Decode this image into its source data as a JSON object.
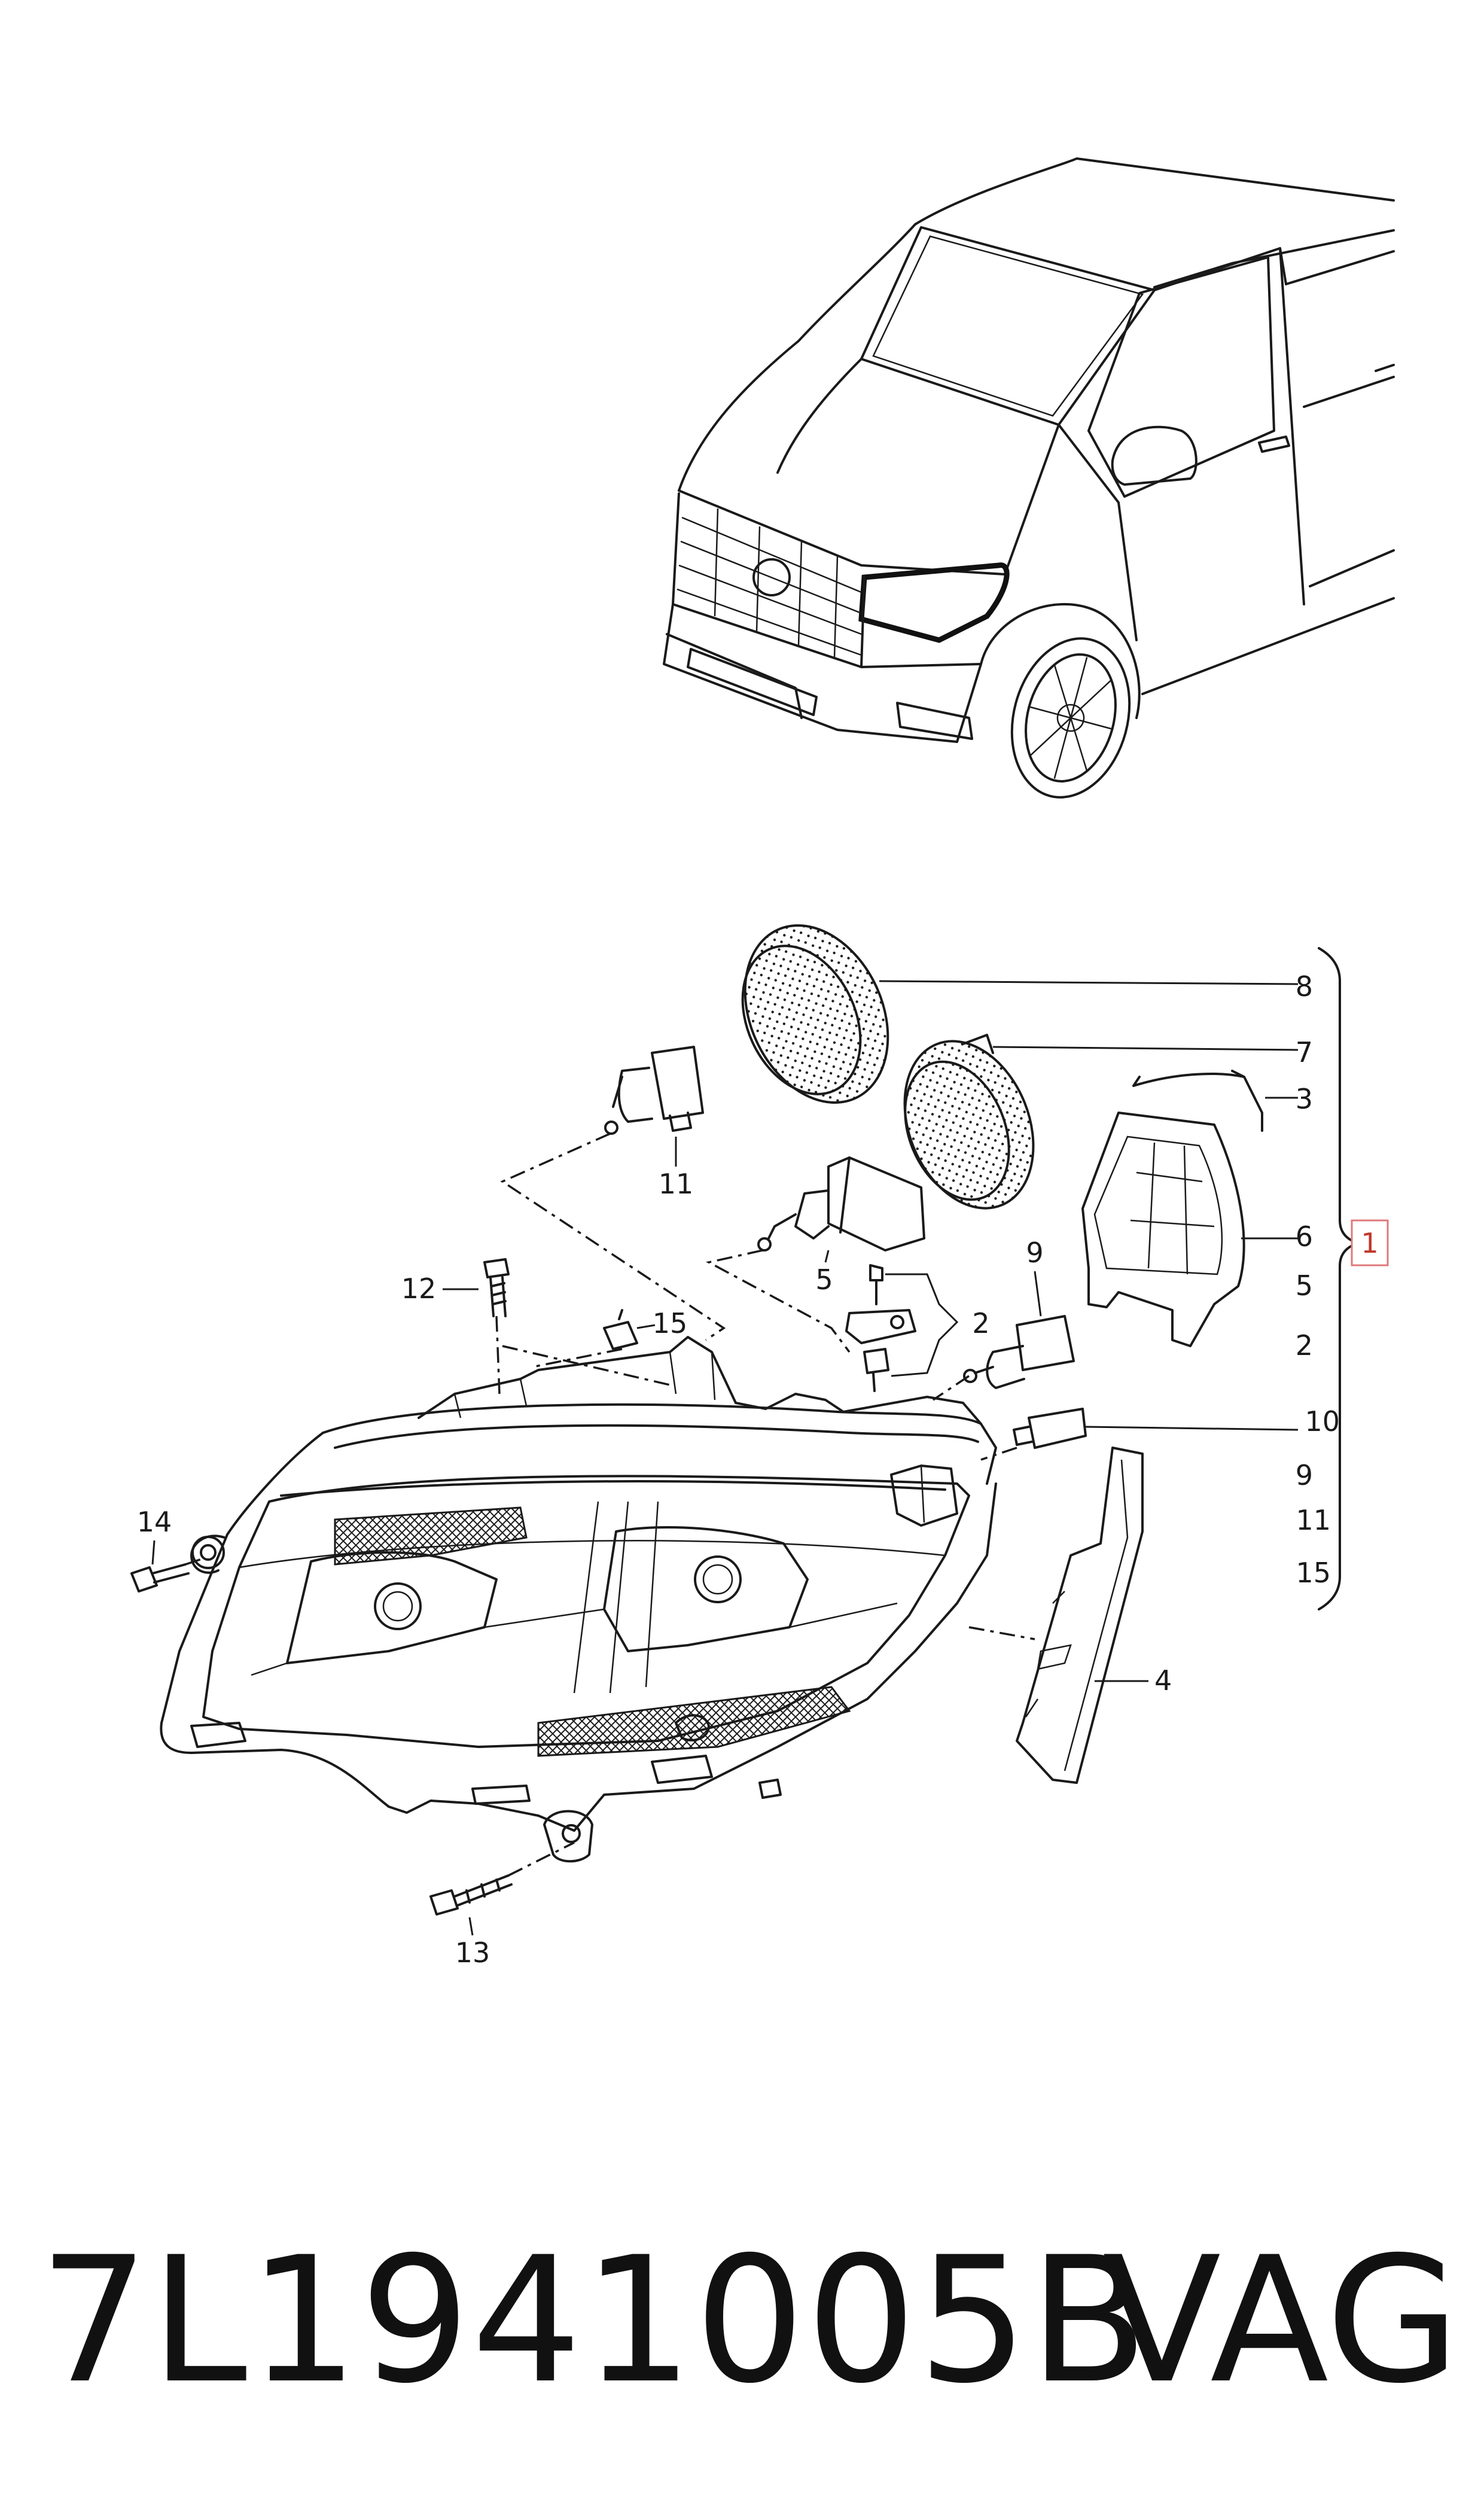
{
  "diagram": {
    "assembly_callout": "1",
    "callouts": {
      "c1": "2",
      "c2": "3",
      "c3": "4",
      "c4": "5",
      "c5": "6",
      "c6": "7",
      "c7": "8",
      "c8": "9",
      "c9": "10",
      "c10": "11",
      "c11": "12",
      "c12": "13",
      "c13": "14",
      "c14": "15"
    },
    "bracket_list": [
      "8",
      "7",
      "3",
      "6",
      "5",
      "2",
      "10",
      "9",
      "11",
      "15"
    ],
    "part_callouts": {
      "p11": "11",
      "p12": "12",
      "p15": "15",
      "p5": "5",
      "p2": "2",
      "p9": "9",
      "p14": "14",
      "p13": "13",
      "p4": "4"
    }
  },
  "footer": {
    "part_number": "7L1941005B",
    "brand": "VAG"
  },
  "colors": {
    "line": "#1a1a1a",
    "assembly_box": "#e07a7a",
    "background": "#ffffff"
  }
}
